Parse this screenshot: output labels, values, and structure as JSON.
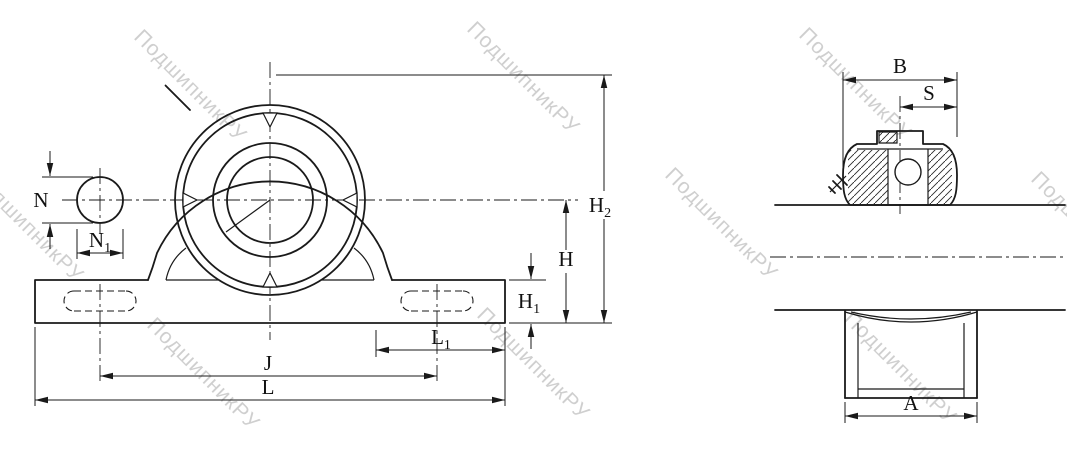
{
  "watermark": {
    "text": "ПодшипникРУ"
  },
  "colors": {
    "line": "#1a1a1a",
    "watermark": "#c7c7c7",
    "background": "#ffffff"
  },
  "labels": {
    "N": {
      "base": "N",
      "sub": ""
    },
    "N1": {
      "base": "N",
      "sub": "1"
    },
    "H2": {
      "base": "H",
      "sub": "2"
    },
    "H": {
      "base": "H",
      "sub": ""
    },
    "H1": {
      "base": "H",
      "sub": "1"
    },
    "L1": {
      "base": "L",
      "sub": "1"
    },
    "J": {
      "base": "J",
      "sub": ""
    },
    "L": {
      "base": "L",
      "sub": ""
    },
    "B": {
      "base": "B",
      "sub": ""
    },
    "S": {
      "base": "S",
      "sub": ""
    },
    "A": {
      "base": "A",
      "sub": ""
    }
  }
}
